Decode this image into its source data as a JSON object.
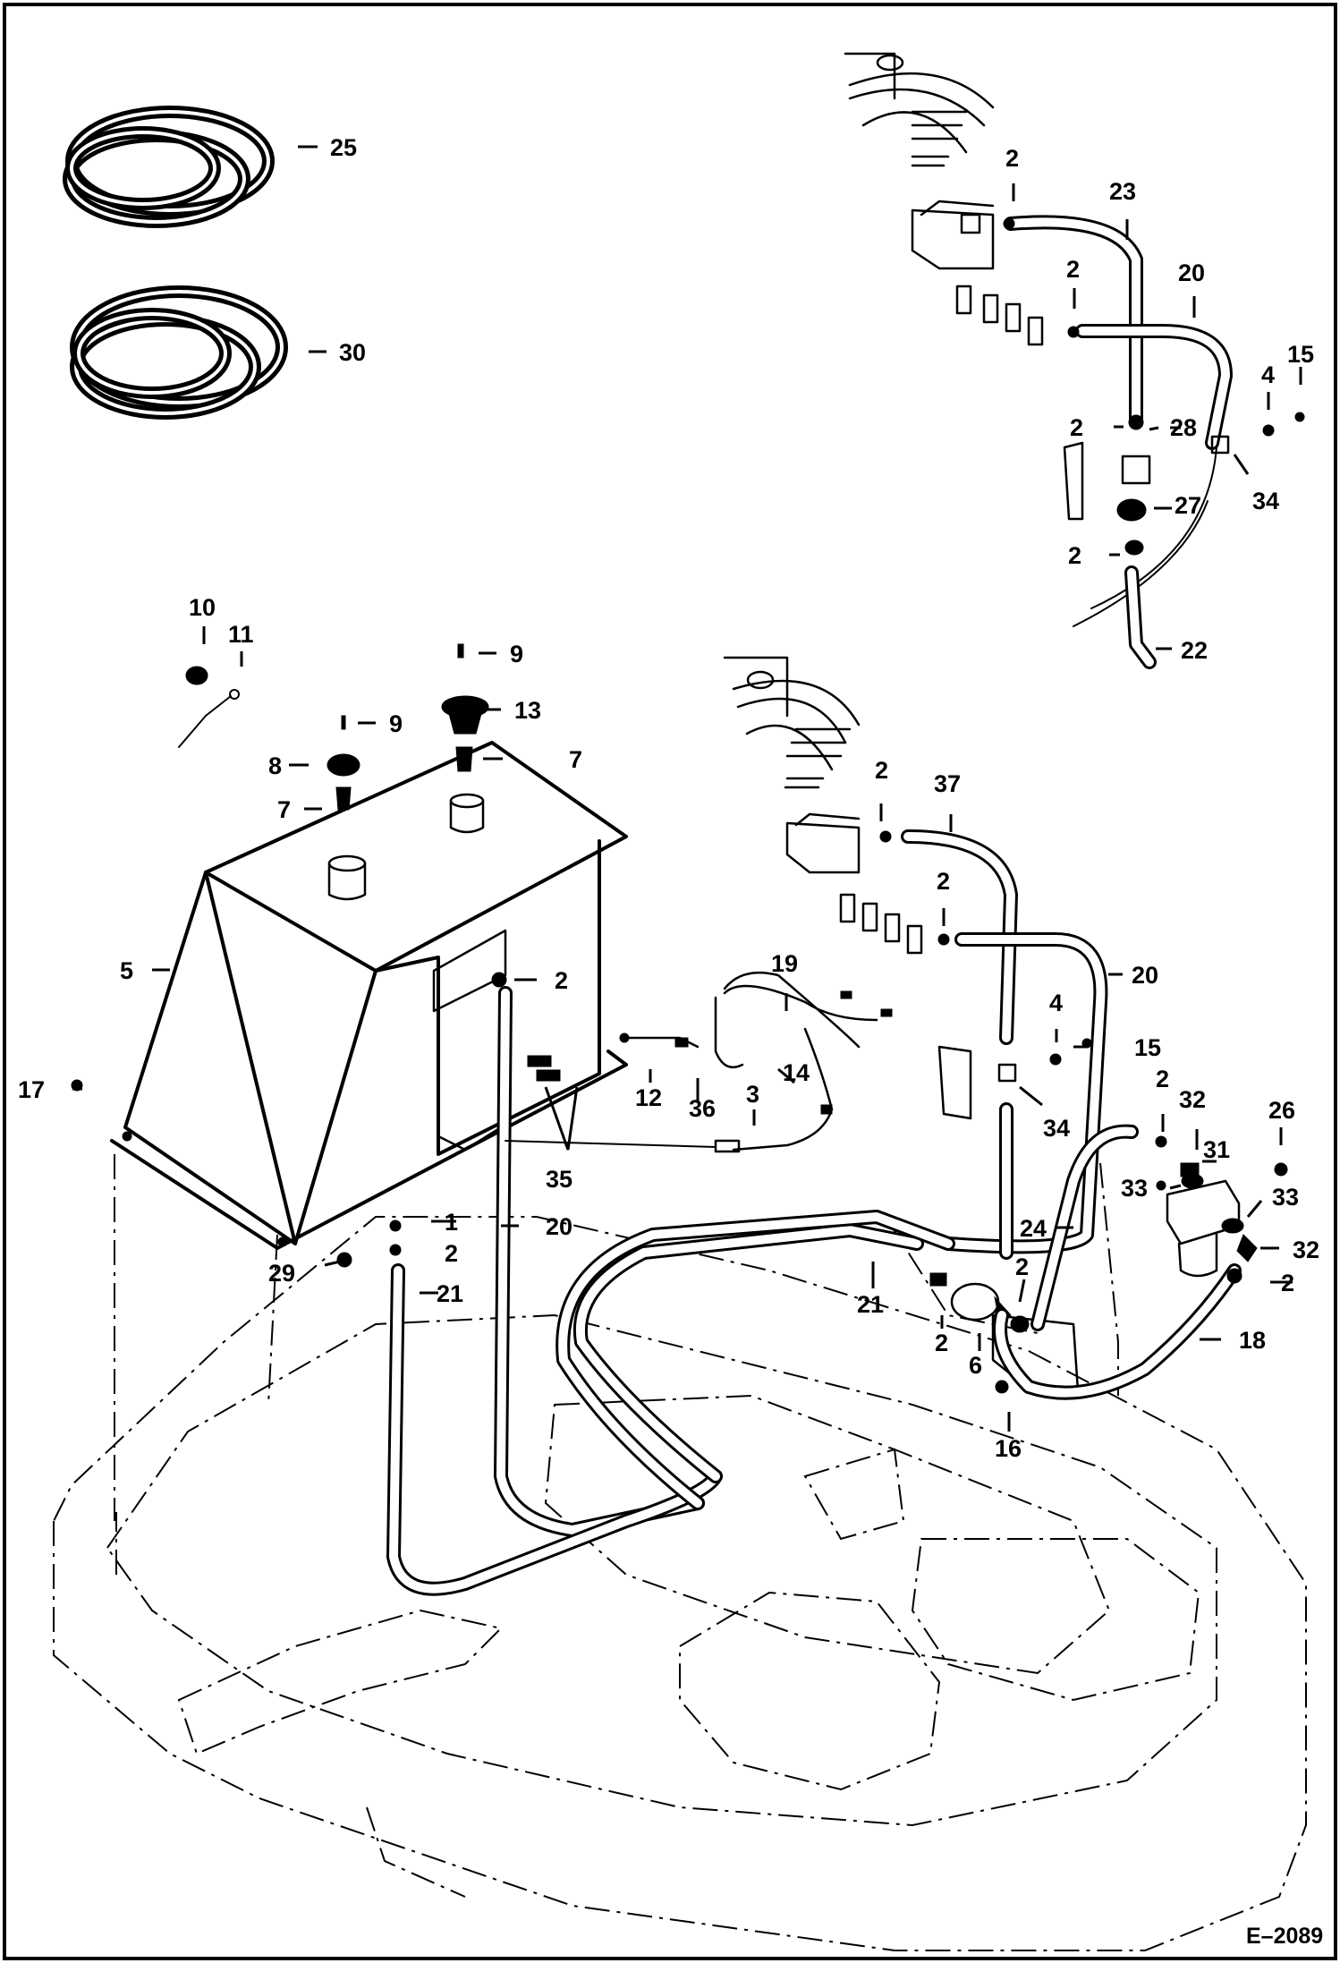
{
  "drawing_id": "E–2089",
  "callouts": {
    "c25": "25",
    "c30": "30",
    "c2_top1": "2",
    "c23": "23",
    "c2_top2": "2",
    "c20_top": "20",
    "c15_top": "15",
    "c4_top": "4",
    "c2_top3": "2",
    "c28": "28",
    "c34_top": "34",
    "c27": "27",
    "c2_top4": "2",
    "c22": "22",
    "c10": "10",
    "c11": "11",
    "c9_a": "9",
    "c13": "13",
    "c9_b": "9",
    "c8": "8",
    "c7_a": "7",
    "c7_b": "7",
    "c2_mid1": "2",
    "c37": "37",
    "c2_mid2": "2",
    "c20_mid": "20",
    "c19": "19",
    "c5": "5",
    "c2_tank": "2",
    "c4_mid": "4",
    "c15_mid": "15",
    "c14": "14",
    "c12": "12",
    "c36": "36",
    "c3": "3",
    "c17": "17",
    "c34_mid": "34",
    "c2_r1": "2",
    "c32_a": "32",
    "c26": "26",
    "c31": "31",
    "c33_a": "33",
    "c33_b": "33",
    "c35": "35",
    "c1": "1",
    "c20_low": "20",
    "c24": "24",
    "c32_b": "32",
    "c2_low": "2",
    "c29": "29",
    "c21_a": "21",
    "c21_b": "21",
    "c2_r2": "2",
    "c2_r3": "2",
    "c18": "18",
    "c2_pump": "2",
    "c6": "6",
    "c16": "16"
  }
}
